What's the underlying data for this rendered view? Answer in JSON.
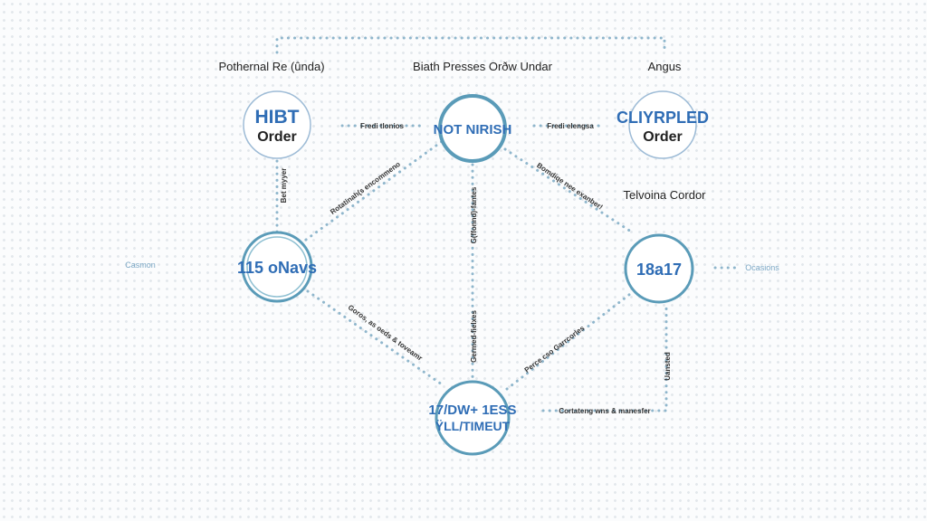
{
  "top_labels": {
    "left": "Pothernal Re (ûnda)",
    "center": "Biath Presses Orðw Undar",
    "right": "Angus",
    "right_mid": "Telvoina Cordor"
  },
  "nodes": {
    "top_left": {
      "line1": "HIBT",
      "line2": "Order"
    },
    "top_center": {
      "line1": "NOT NIRISH"
    },
    "top_right": {
      "line1": "CLIYRPLED",
      "line2": "Order"
    },
    "mid_left": {
      "line1": "115 oNavs"
    },
    "mid_right": {
      "line1": "18a17"
    },
    "bottom": {
      "line1": "17/DW+ 1ESS",
      "line2": "ŸLL/TIMEUT"
    }
  },
  "edges": {
    "tl_tc": "Fredi tlonios",
    "tc_tr": "Fredi elengsa",
    "tl_ml": "Bet myyer",
    "ml_tc": "Rotatinah(s encommeno",
    "tc_mr": "Bomdiqe nee exanber!",
    "tc_b_upper": "G(ffonnd)-fantes",
    "tc_b_lower": "Germed-fielxes",
    "ml_b": "Goros, as oeds & toveamr",
    "b_mr": "Perce cso Garrcorles",
    "b_right": "Cortateng wns & manesfer",
    "mr_down": "Uansted"
  },
  "side_labels": {
    "left": "Casmon",
    "right": "Ocasions"
  },
  "colors": {
    "accent": "#2f6db5",
    "ring": "#5a9bb8",
    "dots": "#8fb6cc"
  }
}
